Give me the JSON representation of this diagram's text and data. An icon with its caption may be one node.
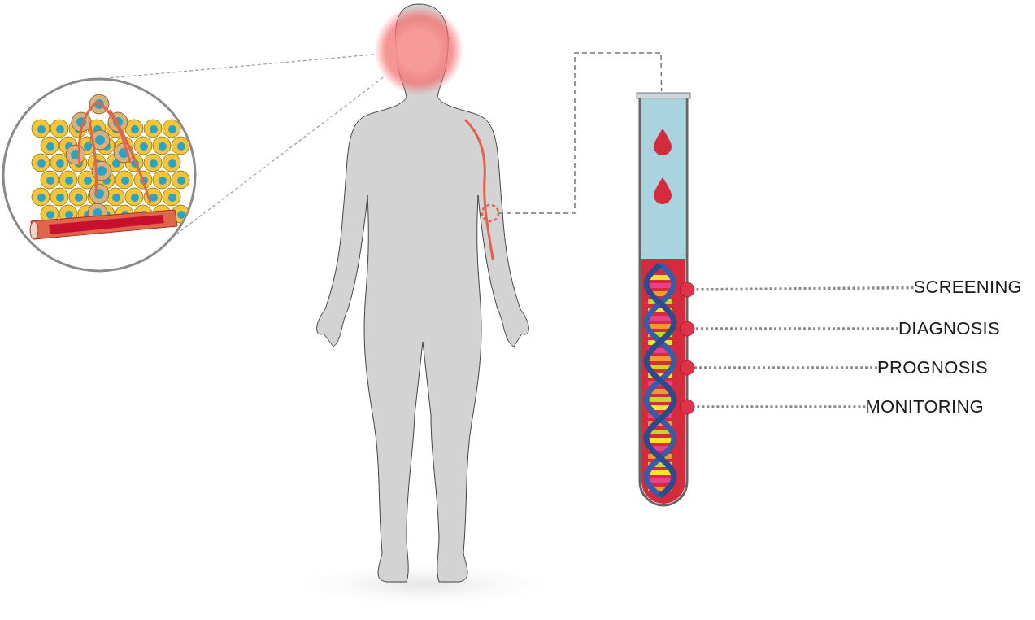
{
  "diagram": {
    "nodes": [
      {
        "text": [],
        "shape": "person"
      },
      {
        "text": [],
        "shape": "circle",
        "in": 0
      },
      {
        "text": [],
        "shape": "picture"
      },
      {
        "text": [],
        "shape": "circle",
        "in": 0
      },
      {
        "text": [],
        "shape": "picture"
      },
      {
        "text": [],
        "shape": "circle"
      },
      {
        "text": [],
        "shape": "circle"
      },
      {
        "text": [],
        "shape": "circle"
      },
      {
        "text": [],
        "shape": "circle"
      },
      {
        "text": [
          "SCREENING"
        ]
      },
      {
        "text": [
          "DIAGNOSIS"
        ]
      },
      {
        "text": [
          "PROGNOSIS"
        ]
      },
      {
        "text": [
          "MONITORING"
        ]
      }
    ],
    "edges": [
      {
        "from": 1,
        "to": 2,
        "arrow": "none",
        "style": "dashed"
      },
      {
        "from": 1,
        "to": 2,
        "arrow": "none",
        "style": "dashed"
      },
      {
        "from": 3,
        "to": 4,
        "arrow": "none",
        "style": "dashed"
      },
      {
        "from": 9,
        "to": 5,
        "arrow": "none",
        "style": "dashed"
      },
      {
        "from": 10,
        "to": 6,
        "arrow": "none",
        "style": "dashed"
      },
      {
        "from": 11,
        "to": 7,
        "arrow": "none",
        "style": "dashed"
      },
      {
        "from": 12,
        "to": 8,
        "arrow": "none",
        "style": "dashed"
      }
    ]
  }
}
